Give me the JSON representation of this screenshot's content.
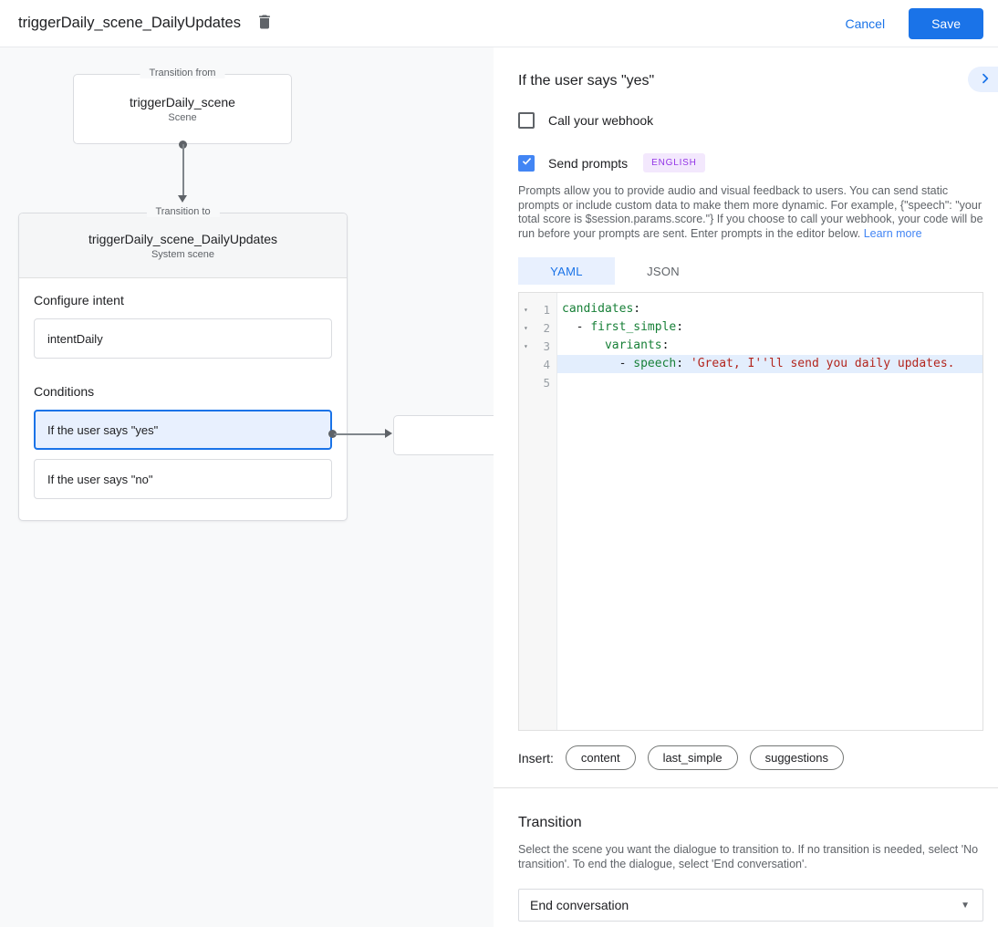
{
  "header": {
    "title": "triggerDaily_scene_DailyUpdates",
    "cancel_label": "Cancel",
    "save_label": "Save"
  },
  "diagram": {
    "from_box": {
      "legend": "Transition from",
      "title": "triggerDaily_scene",
      "subtitle": "Scene"
    },
    "to_card": {
      "legend": "Transition to",
      "title": "triggerDaily_scene_DailyUpdates",
      "subtitle": "System scene",
      "intent_label": "Configure intent",
      "intent_value": "intentDaily",
      "conditions_label": "Conditions",
      "conditions": [
        {
          "label": "If the user says \"yes\"",
          "selected": true
        },
        {
          "label": "If the user says \"no\"",
          "selected": false
        }
      ]
    }
  },
  "panel": {
    "title": "If the user says \"yes\"",
    "webhook_checkbox": {
      "label": "Call your webhook",
      "checked": false
    },
    "prompts_checkbox": {
      "label": "Send prompts",
      "checked": true,
      "badge": "ENGLISH"
    },
    "description": "Prompts allow you to provide audio and visual feedback to users. You can send static prompts or include custom data to make them more dynamic. For example, {\"speech\": \"your total score is $session.params.score.\"} If you choose to call your webhook, your code will be run before your prompts are sent. Enter prompts in the editor below.",
    "learn_more": "Learn more",
    "tabs": [
      {
        "label": "YAML",
        "active": true
      },
      {
        "label": "JSON",
        "active": false
      }
    ],
    "editor": {
      "lines": [
        {
          "n": "1",
          "fold": true,
          "highlight": false,
          "code": [
            {
              "c": "key",
              "t": "candidates"
            },
            {
              "c": "plain",
              "t": ":"
            }
          ]
        },
        {
          "n": "2",
          "fold": true,
          "highlight": false,
          "code": [
            {
              "c": "plain",
              "t": "  - "
            },
            {
              "c": "key",
              "t": "first_simple"
            },
            {
              "c": "plain",
              "t": ":"
            }
          ]
        },
        {
          "n": "3",
          "fold": true,
          "highlight": false,
          "code": [
            {
              "c": "plain",
              "t": "      "
            },
            {
              "c": "key",
              "t": "variants"
            },
            {
              "c": "plain",
              "t": ":"
            }
          ]
        },
        {
          "n": "4",
          "fold": false,
          "highlight": true,
          "code": [
            {
              "c": "plain",
              "t": "        - "
            },
            {
              "c": "key",
              "t": "speech"
            },
            {
              "c": "plain",
              "t": ": "
            },
            {
              "c": "string",
              "t": "'Great, I''ll send you daily updates."
            }
          ]
        },
        {
          "n": "5",
          "fold": false,
          "highlight": false,
          "code": []
        }
      ]
    },
    "insert": {
      "label": "Insert:",
      "chips": [
        "content",
        "last_simple",
        "suggestions"
      ]
    },
    "transition": {
      "title": "Transition",
      "description": "Select the scene you want the dialogue to transition to. If no transition is needed, select 'No transition'. To end the dialogue, select 'End conversation'.",
      "selected_value": "End conversation"
    }
  },
  "colors": {
    "accent_blue": "#1a73e8",
    "light_blue": "#e8f0fe",
    "checked_blue": "#4285f4",
    "badge_bg": "#f3e8fd",
    "badge_text": "#9334e6",
    "key_green": "#188038",
    "string_red": "#b3261e",
    "canvas_bg": "#f8f9fa"
  }
}
